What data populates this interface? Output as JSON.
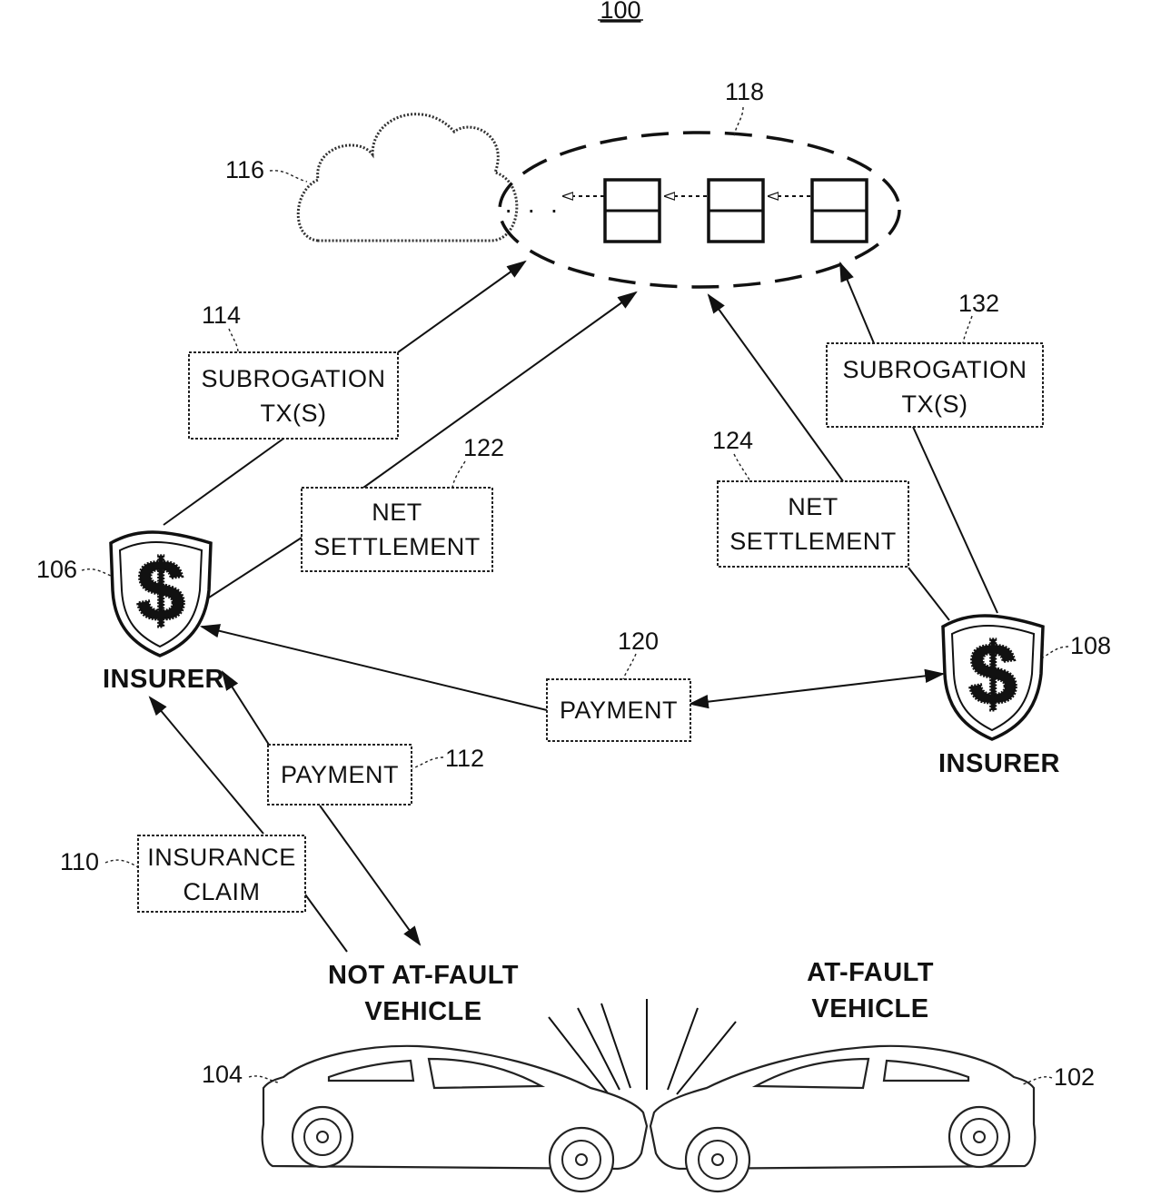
{
  "figure": {
    "number": "100"
  },
  "refs": {
    "cloud": "116",
    "ledger": "118",
    "subrogation_left": "114",
    "subrogation_right": "132",
    "net_left": "122",
    "net_right": "124",
    "insurer_left": "106",
    "insurer_right": "108",
    "payment_between": "120",
    "payment_left": "112",
    "claim": "110",
    "car_left": "104",
    "car_right": "102"
  },
  "boxes": {
    "subrogation_left": [
      "SUBROGATION",
      "TX(S)"
    ],
    "subrogation_right": [
      "SUBROGATION",
      "TX(S)"
    ],
    "net_left": [
      "NET",
      "SETTLEMENT"
    ],
    "net_right": [
      "NET",
      "SETTLEMENT"
    ],
    "payment_between": "PAYMENT",
    "payment_left": "PAYMENT",
    "claim": [
      "INSURANCE",
      "CLAIM"
    ]
  },
  "labels": {
    "insurer_left": "INSURER",
    "insurer_right": "INSURER",
    "not_at_fault": [
      "NOT AT-FAULT",
      "VEHICLE"
    ],
    "at_fault": [
      "AT-FAULT",
      "VEHICLE"
    ]
  },
  "icons": {
    "shield": "shield-dollar-icon",
    "cloud": "cloud-icon",
    "car": "car-icon"
  }
}
